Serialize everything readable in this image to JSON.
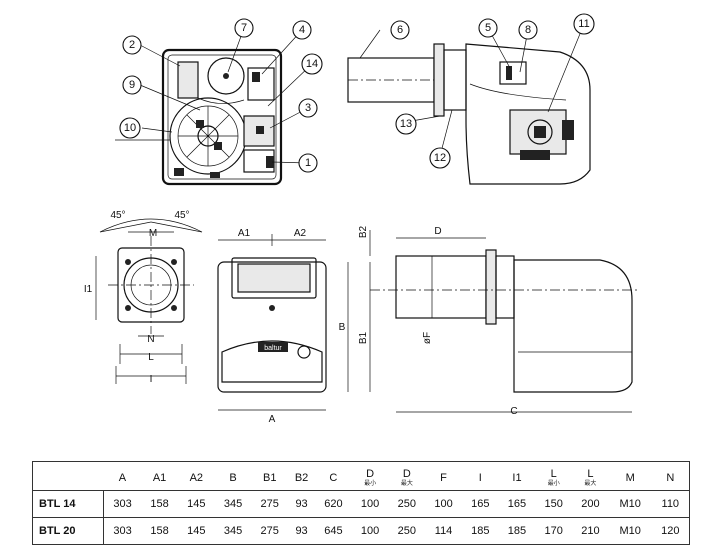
{
  "callouts": [
    "1",
    "2",
    "3",
    "4",
    "5",
    "6",
    "7",
    "8",
    "9",
    "10",
    "11",
    "12",
    "13",
    "14"
  ],
  "dimensions": {
    "angle_left": "45°",
    "angle_right": "45°",
    "M": "M",
    "I1": "I1",
    "N": "N",
    "L": "L",
    "I": "I",
    "A1": "A1",
    "A2": "A2",
    "A": "A",
    "B": "B",
    "B1": "B1",
    "B2": "B2",
    "D": "D",
    "F": "øF",
    "C": "C"
  },
  "logo_text": "baltur",
  "table": {
    "columns": [
      {
        "label": "",
        "sub": ""
      },
      {
        "label": "A",
        "sub": ""
      },
      {
        "label": "A1",
        "sub": ""
      },
      {
        "label": "A2",
        "sub": ""
      },
      {
        "label": "B",
        "sub": ""
      },
      {
        "label": "B1",
        "sub": ""
      },
      {
        "label": "B2",
        "sub": ""
      },
      {
        "label": "C",
        "sub": ""
      },
      {
        "label": "D",
        "sub": "最小"
      },
      {
        "label": "D",
        "sub": "最大"
      },
      {
        "label": "F",
        "sub": ""
      },
      {
        "label": "I",
        "sub": ""
      },
      {
        "label": "I1",
        "sub": ""
      },
      {
        "label": "L",
        "sub": "最小"
      },
      {
        "label": "L",
        "sub": "最大"
      },
      {
        "label": "M",
        "sub": ""
      },
      {
        "label": "N",
        "sub": ""
      }
    ],
    "rows": [
      {
        "model": "BTL 14",
        "values": [
          "303",
          "158",
          "145",
          "345",
          "275",
          "93",
          "620",
          "100",
          "250",
          "100",
          "165",
          "165",
          "150",
          "200",
          "M10",
          "110"
        ]
      },
      {
        "model": "BTL 20",
        "values": [
          "303",
          "158",
          "145",
          "345",
          "275",
          "93",
          "645",
          "100",
          "250",
          "114",
          "185",
          "185",
          "170",
          "210",
          "M10",
          "120"
        ]
      }
    ]
  }
}
